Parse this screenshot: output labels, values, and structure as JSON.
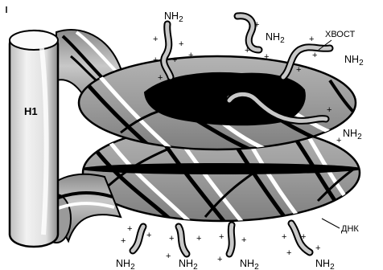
{
  "labels": {
    "h1": "H1",
    "tail": "ХВОСТ",
    "dna": "ДНК",
    "amine": "NH2"
  },
  "plus_sign": "+",
  "colors": {
    "ink": "#000000",
    "paper": "#ffffff",
    "ring_gray": "#9a9a9a",
    "ring_dark": "#6e6e6e",
    "cylinder": "#e9e9e9"
  }
}
